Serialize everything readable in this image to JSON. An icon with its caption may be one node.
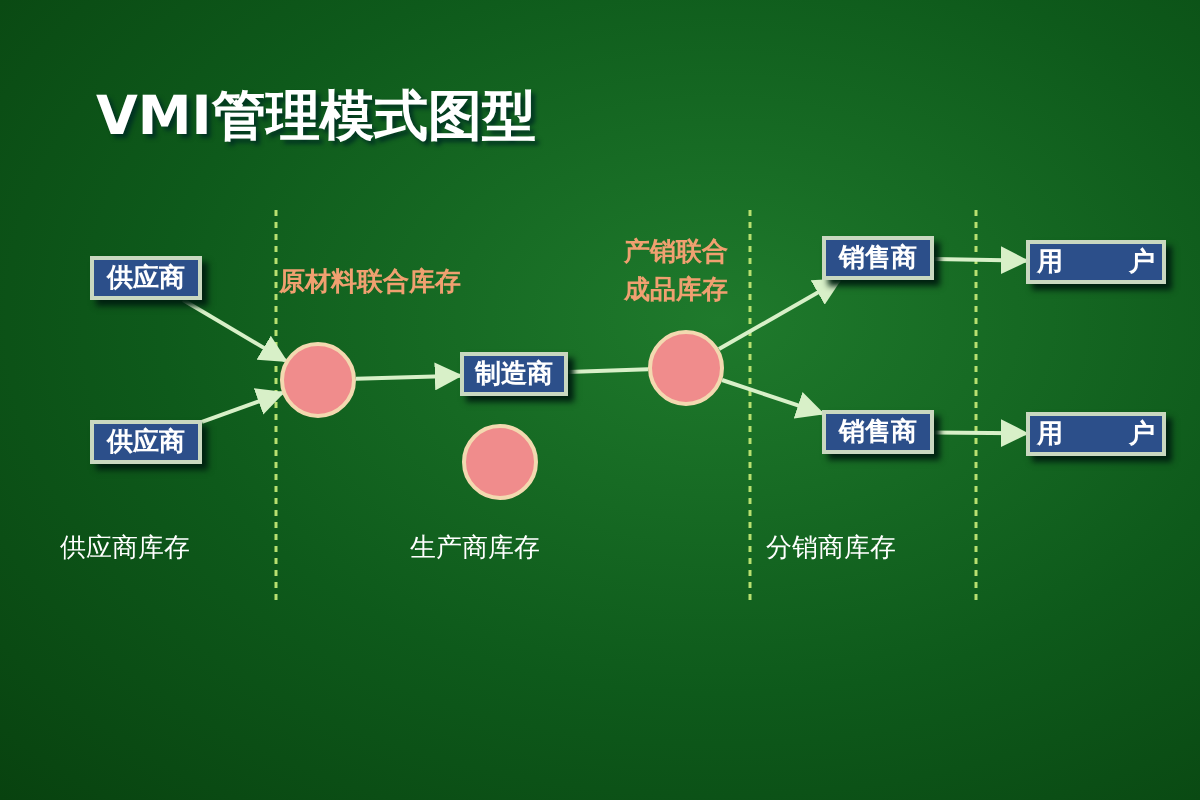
{
  "diagram": {
    "title": "VMI管理模式图型",
    "nodes": [
      {
        "text": [
          "供应商"
        ]
      },
      {
        "text": [
          "供应商"
        ]
      },
      {
        "text": [],
        "shape": "circle",
        "beside": [
          "原材料联合库存"
        ]
      },
      {
        "text": [
          "制造商"
        ]
      },
      {
        "text": [],
        "shape": "circle"
      },
      {
        "text": [],
        "shape": "circle",
        "beside": [
          "产销联合成品库存"
        ]
      },
      {
        "text": [
          "销售商"
        ]
      },
      {
        "text": [
          "销售商"
        ]
      },
      {
        "text": [
          "用 户"
        ]
      },
      {
        "text": [
          "用 户"
        ]
      }
    ],
    "edges": [
      {
        "from": 0,
        "to": 2,
        "arrow": "to"
      },
      {
        "from": 1,
        "to": 2,
        "arrow": "to"
      },
      {
        "from": 2,
        "to": 3,
        "arrow": "to"
      },
      {
        "from": 3,
        "to": 5,
        "arrow": "none"
      },
      {
        "from": 5,
        "to": 6,
        "arrow": "to"
      },
      {
        "from": 5,
        "to": 7,
        "arrow": "to"
      },
      {
        "from": 6,
        "to": 8,
        "arrow": "to"
      },
      {
        "from": 7,
        "to": 9,
        "arrow": "to"
      }
    ],
    "labels": [
      "供应商库存",
      "生产商库存",
      "分销商库存"
    ]
  }
}
